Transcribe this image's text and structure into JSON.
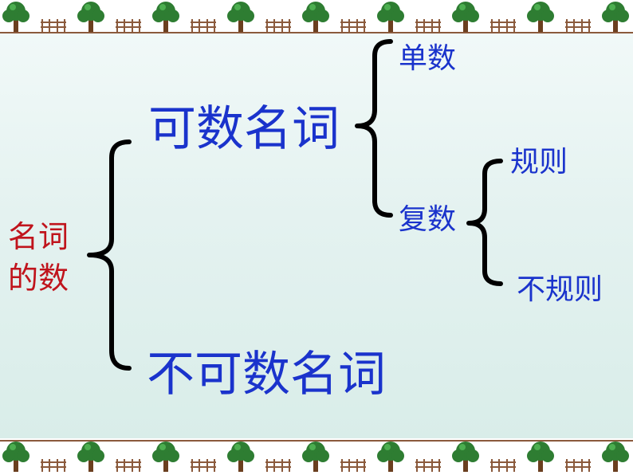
{
  "diagram": {
    "root": {
      "line1": "名词",
      "line2": "的数"
    },
    "countable": "可数名词",
    "uncountable": "不可数名词",
    "singular": "单数",
    "plural": "复数",
    "regular": "规则",
    "irregular": "不规则"
  },
  "colors": {
    "root_text": "#c0141c",
    "node_text": "#1a33cc",
    "bracket": "#000000",
    "tree_leaves": "#2e7d32",
    "fence": "#8b5a3c"
  }
}
